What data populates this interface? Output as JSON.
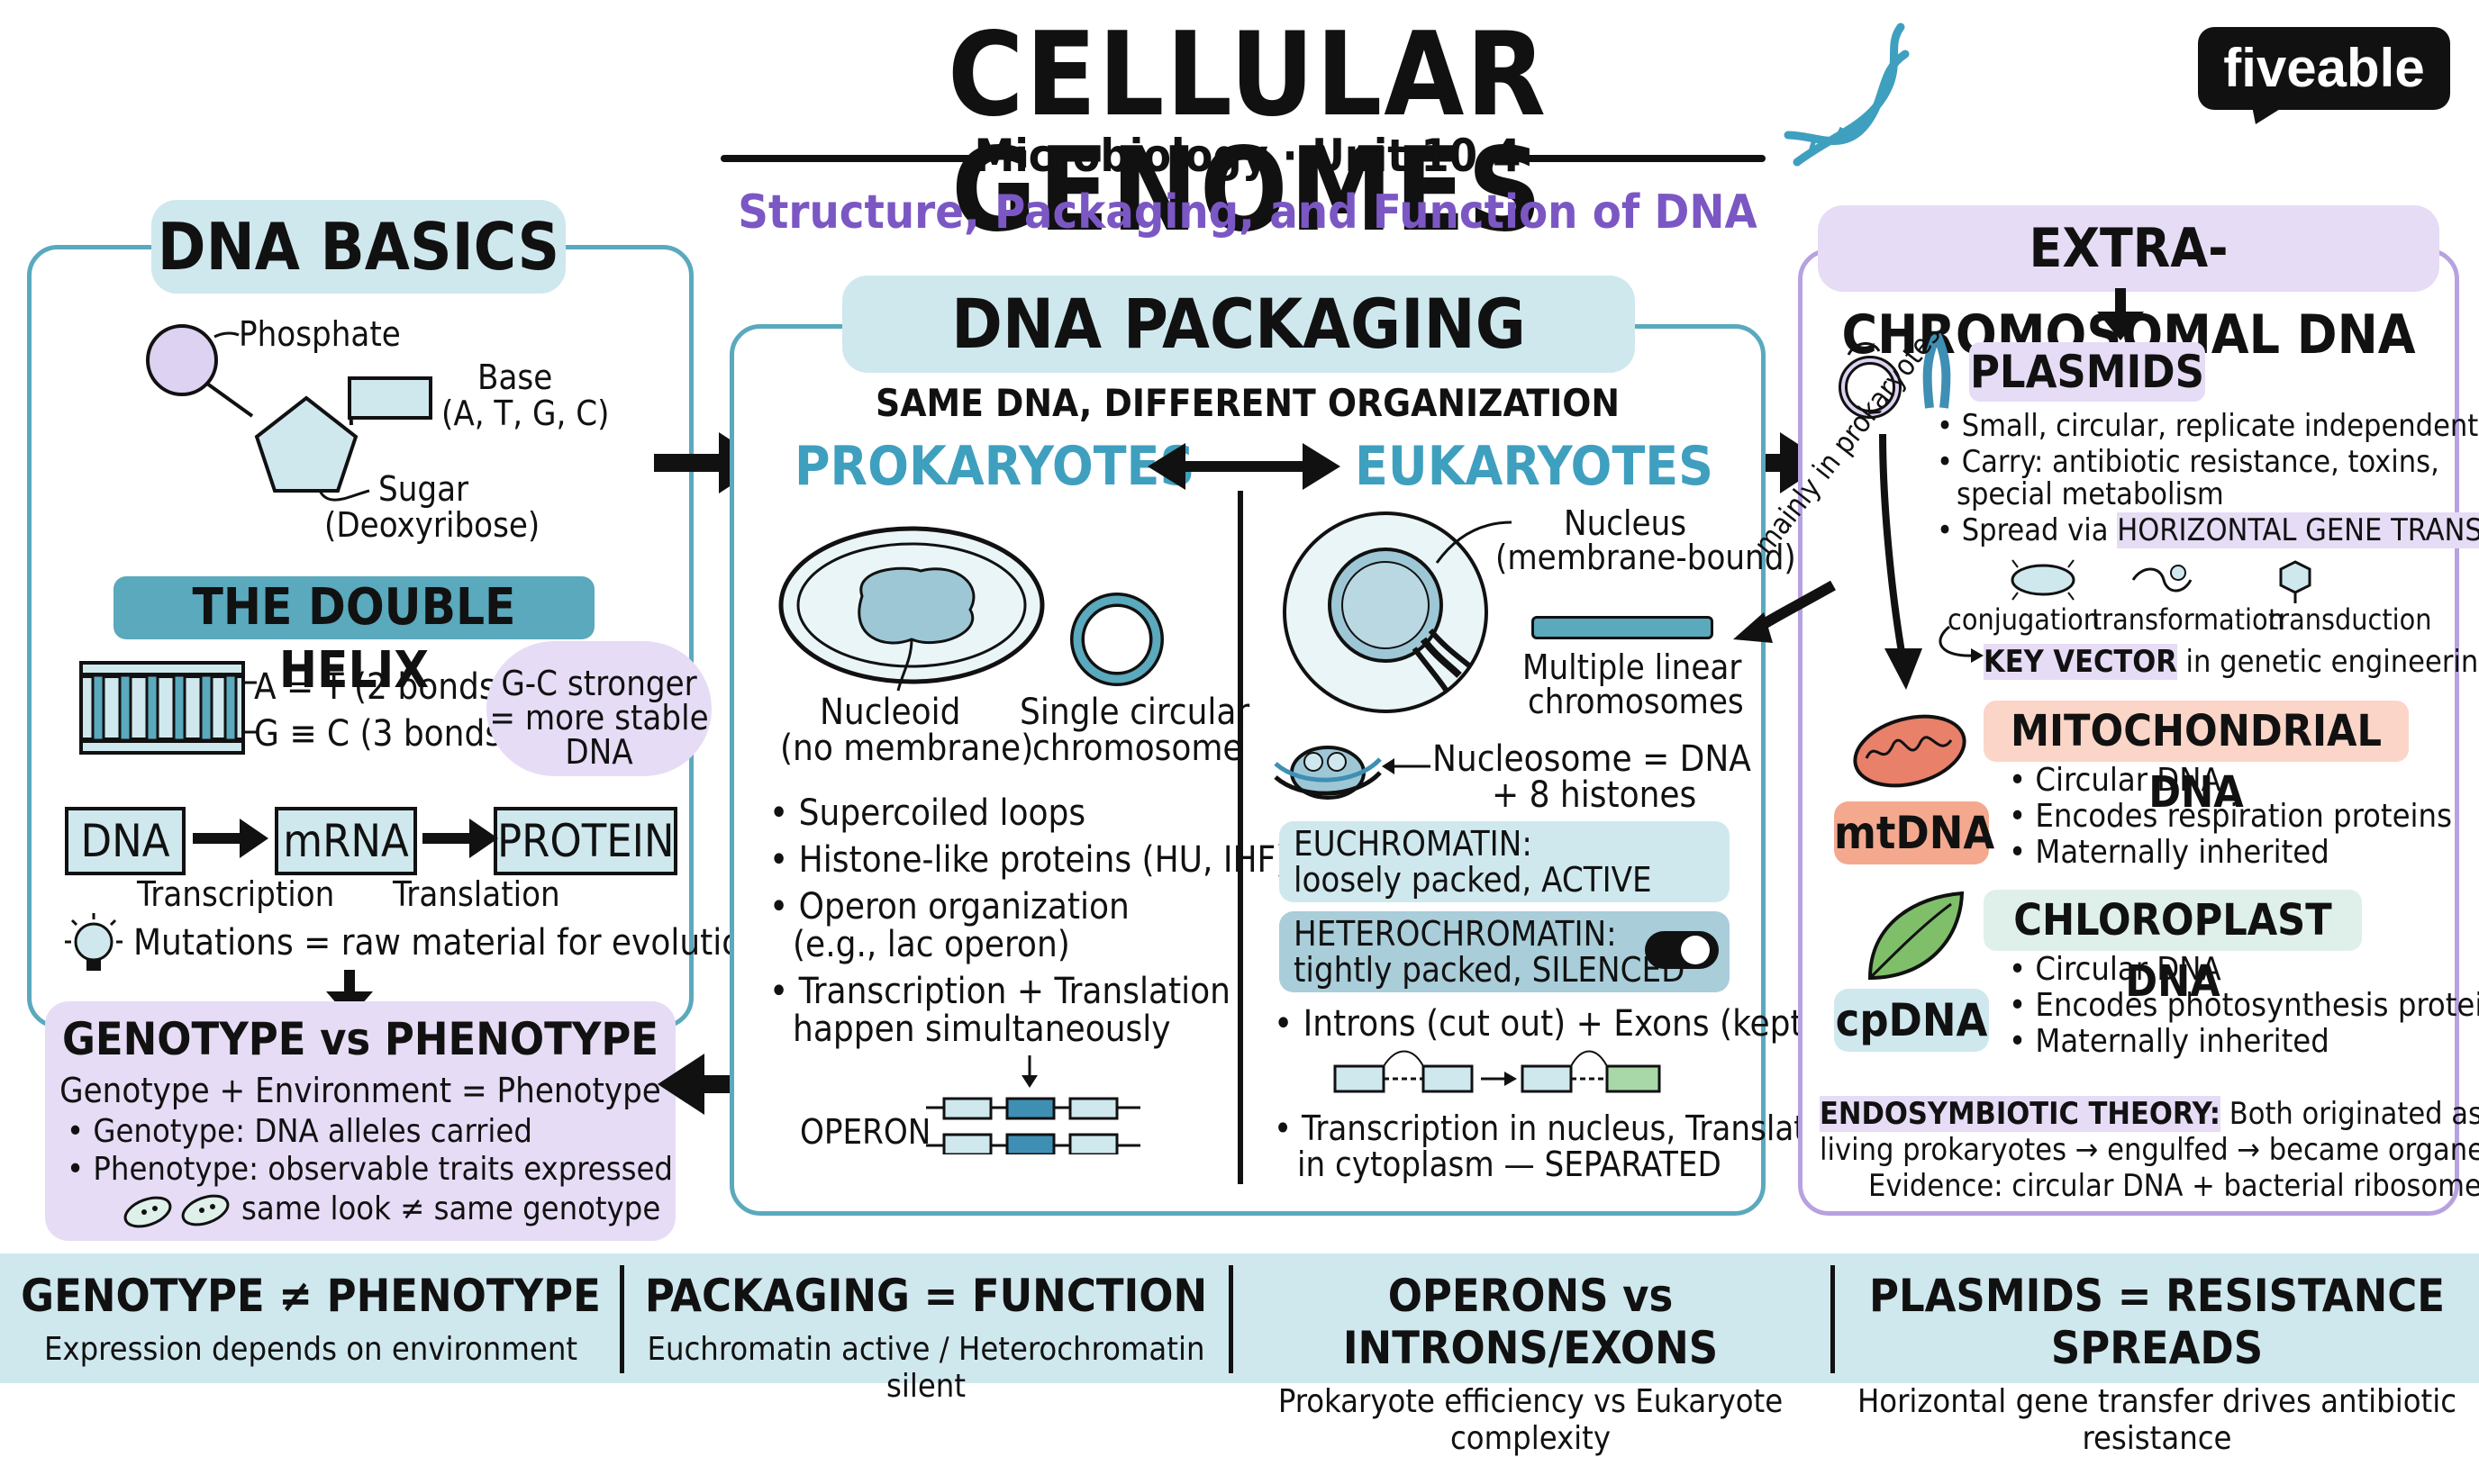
{
  "header": {
    "title": "CELLULAR GENOMES",
    "subtitle": "Microbiology · Unit 10.4",
    "tagline": "Structure, Packaging, and Function of DNA",
    "logo": "fiveable",
    "dna_icon": "dna-helix-icon"
  },
  "colors": {
    "teal": "#5aa9bd",
    "teal_light": "#cfe8ee",
    "purple": "#8a6bc9",
    "purple_light": "#e6dcf5",
    "salmon": "#f4a98f",
    "green_light": "#dff0ea"
  },
  "dna_basics": {
    "label": "DNA BASICS",
    "phosphate": "Phosphate",
    "base": "Base",
    "base_sub": "(A, T, G, C)",
    "sugar": "Sugar",
    "sugar_sub": "(Deoxyribose)",
    "double_helix": "THE DOUBLE HELIX",
    "at_bonds": "A = T (2 bonds)",
    "gc_bonds": "G ≡ C (3 bonds)",
    "gc_note_1": "G-C stronger",
    "gc_note_2": "= more stable",
    "gc_note_3": "DNA",
    "flow_dna": "DNA",
    "flow_mrna": "mRNA",
    "flow_protein": "PROTEIN",
    "transcription": "Transcription",
    "translation": "Translation",
    "mutations": "Mutations = raw material for evolution"
  },
  "genotype": {
    "label": "GENOTYPE vs PHENOTYPE",
    "equation": "Genotype + Environment = Phenotype",
    "bullet_1": "• Genotype:  DNA alleles carried",
    "bullet_2": "• Phenotype: observable traits expressed",
    "note": "same look ≠ same genotype"
  },
  "packaging": {
    "label": "DNA PACKAGING",
    "subhead": "SAME DNA, DIFFERENT ORGANIZATION",
    "prokaryotes": "PROKARYOTES",
    "eukaryotes": "EUKARYOTES",
    "nucleoid": "Nucleoid",
    "nucleoid_sub": "(no membrane)",
    "single_circ_1": "Single circular",
    "single_circ_2": "chromosome",
    "pro_bullets": [
      "• Supercoiled loops",
      "• Histone-like proteins (HU, IHF)",
      "• Operon organization",
      "(e.g., lac operon)",
      "• Transcription + Translation",
      "happen simultaneously"
    ],
    "operon": "OPERON",
    "nucleus_1": "Nucleus",
    "nucleus_2": "(membrane-bound)",
    "linear_1": "Multiple linear",
    "linear_2": "chromosomes",
    "nucleosome_1": "Nucleosome = DNA",
    "nucleosome_2": "+ 8 histones",
    "euchromatin_1": "EUCHROMATIN:",
    "euchromatin_2": "loosely packed, ACTIVE",
    "heterochromatin_1": "HETEROCHROMATIN:",
    "heterochromatin_2": "tightly packed, SILENCED",
    "introns": "• Intronss (cut out) + Exons (kept)",
    "separated_1": "• Transcription in nucleus, Translation",
    "separated_2": "in cytoplasm — SEPARATED"
  },
  "extra": {
    "label": "EXTRA-CHROMOSOMAL DNA",
    "plasmids": "PLASMIDS",
    "plasmid_bullets": [
      "• Small, circular, replicate independently",
      "• Carry: antibiotic resistance, toxins,",
      "special metabolism",
      "• Spread via "
    ],
    "hgt": "HORIZONTAL GENE TRANSFER",
    "conjugation": "conjugation",
    "transformation": "transformation",
    "transduction": "transduction",
    "key_vector": "KEY VECTOR",
    "key_vector_rest": " in genetic engineering!",
    "mainly": "mainly in prokaryotes",
    "mito": "MITOCHONDRIAL DNA",
    "mtdna": "mtDNA",
    "mito_bullets": [
      "• Circular DNA",
      "• Encodes respiration proteins",
      "• Maternally inherited"
    ],
    "chloro": "CHLOROPLAST DNA",
    "cpdna": "cpDNA",
    "chloro_bullets": [
      "• Circular DNA",
      "• Encodes photosynthesis proteins",
      "• Maternally inherited"
    ],
    "endo_head": "ENDOSYMBIOTIC THEORY:",
    "endo_1": " Both originated as free-",
    "endo_2": "living prokaryotes → engulfed → became organelles.",
    "endo_3": "Evidence: circular DNA + bacterial ribosomes"
  },
  "footer": [
    {
      "head": "GENOTYPE ≠ PHENOTYPE",
      "sub": "Expression depends on environment"
    },
    {
      "head": "PACKAGING = FUNCTION",
      "sub": "Euchromatin active / Heterochromatin silent"
    },
    {
      "head": "OPERONS vs INTRONS/EXONS",
      "sub": "Prokaryote efficiency vs Eukaryote complexity"
    },
    {
      "head": "PLASMIDS = RESISTANCE SPREADS",
      "sub": "Horizontal gene transfer drives antibiotic resistance"
    }
  ]
}
